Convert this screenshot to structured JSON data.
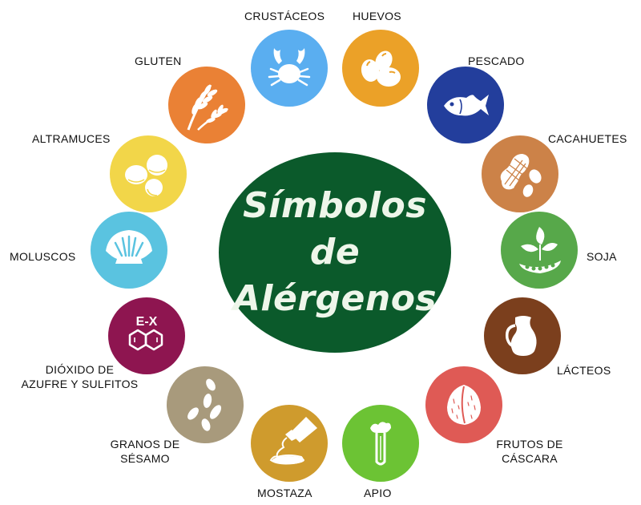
{
  "title": {
    "line1": "Símbolos",
    "line2": "de",
    "line3": "Alérgenos",
    "background_color": "#0b5a2b"
  },
  "allergens": [
    {
      "id": "crustaceos",
      "label": "CRUSTÁCEOS",
      "icon": "crab-icon",
      "color": "#5aaef0"
    },
    {
      "id": "huevos",
      "label": "HUEVOS",
      "icon": "eggs-icon",
      "color": "#eba128"
    },
    {
      "id": "pescado",
      "label": "PESCADO",
      "icon": "fish-icon",
      "color": "#233e9c"
    },
    {
      "id": "cacahuetes",
      "label": "CACAHUETES",
      "icon": "peanut-icon",
      "color": "#cc8248"
    },
    {
      "id": "soja",
      "label": "SOJA",
      "icon": "soy-plant-icon",
      "color": "#57a84a"
    },
    {
      "id": "lacteos",
      "label": "LÁCTEOS",
      "icon": "milk-jug-icon",
      "color": "#7b3f1d"
    },
    {
      "id": "frutos-cascara",
      "label_line1": "FRUTOS DE",
      "label_line2": "CÁSCARA",
      "icon": "walnut-icon",
      "color": "#df5a55"
    },
    {
      "id": "apio",
      "label": "APIO",
      "icon": "celery-icon",
      "color": "#6cc334"
    },
    {
      "id": "mostaza",
      "label": "MOSTAZA",
      "icon": "mustard-bottle-icon",
      "color": "#cf9b2d"
    },
    {
      "id": "sesamo",
      "label_line1": "GRANOS DE",
      "label_line2": "SÉSAMO",
      "icon": "sesame-seeds-icon",
      "color": "#a89a7c"
    },
    {
      "id": "sulfitos",
      "label_line1": "DIÓXIDO DE",
      "label_line2": "AZUFRE Y SULFITOS",
      "icon": "molecule-icon",
      "icon_text": "E-X",
      "color": "#8e1550"
    },
    {
      "id": "moluscos",
      "label": "MOLUSCOS",
      "icon": "shell-icon",
      "color": "#5ac3e0"
    },
    {
      "id": "altramuces",
      "label": "ALTRAMUCES",
      "icon": "lupin-beans-icon",
      "color": "#f2d649"
    },
    {
      "id": "gluten",
      "label": "GLUTEN",
      "icon": "wheat-icon",
      "color": "#ea8135"
    }
  ]
}
